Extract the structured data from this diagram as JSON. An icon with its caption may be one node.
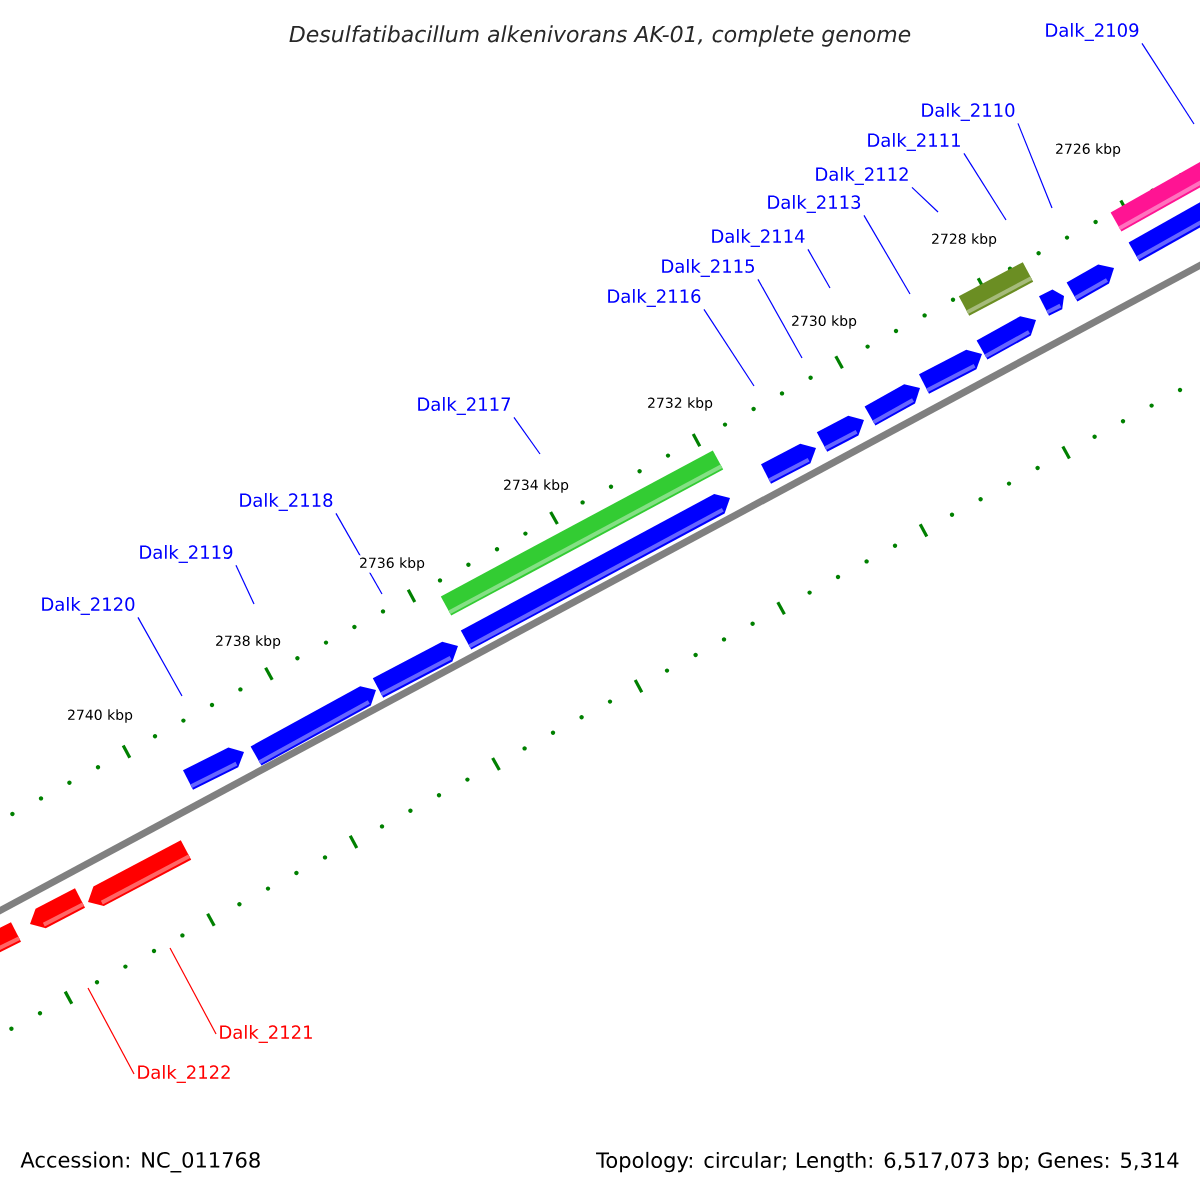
{
  "diagram": {
    "title": "Desulfatibacillum alkenivorans AK-01, complete genome",
    "nodes": [
      {
        "text": [
          "Dalk_2109"
        ]
      },
      {
        "text": [
          "Dalk_2110"
        ]
      },
      {
        "text": [
          "Dalk_2111"
        ]
      },
      {
        "text": [
          "Dalk_2112"
        ]
      },
      {
        "text": [
          "Dalk_2113"
        ]
      },
      {
        "text": [
          "Dalk_2114"
        ]
      },
      {
        "text": [
          "Dalk_2115"
        ]
      },
      {
        "text": [
          "Dalk_2116"
        ]
      },
      {
        "text": [
          "Dalk_2117"
        ]
      },
      {
        "text": [
          "Dalk_2118"
        ]
      },
      {
        "text": [
          "Dalk_2119"
        ]
      },
      {
        "text": [
          "Dalk_2120"
        ]
      },
      {
        "text": [
          "Dalk_2121"
        ]
      },
      {
        "text": [
          "Dalk_2122"
        ]
      }
    ],
    "edges": [
      {
        "from": 0,
        "to": null,
        "arrow": "none"
      },
      {
        "from": 1,
        "to": null,
        "arrow": "none"
      },
      {
        "from": 2,
        "to": null,
        "arrow": "none"
      },
      {
        "from": 3,
        "to": null,
        "arrow": "none"
      },
      {
        "from": 4,
        "to": null,
        "arrow": "none"
      },
      {
        "from": 5,
        "to": null,
        "arrow": "none"
      },
      {
        "from": 6,
        "to": null,
        "arrow": "none"
      },
      {
        "from": 7,
        "to": null,
        "arrow": "none"
      },
      {
        "from": 8,
        "to": null,
        "arrow": "none"
      },
      {
        "from": 9,
        "to": null,
        "arrow": "none"
      },
      {
        "from": 10,
        "to": null,
        "arrow": "none"
      },
      {
        "from": 11,
        "to": null,
        "arrow": "none"
      },
      {
        "from": 12,
        "to": null,
        "arrow": "none",
        "color": "#ff0000"
      },
      {
        "from": 13,
        "to": null,
        "arrow": "none",
        "color": "#ff0000"
      }
    ],
    "labels": [
      "2726 kbp",
      "2728 kbp",
      "2730 kbp",
      "2732 kbp",
      "2734 kbp",
      "2736 kbp",
      "2738 kbp",
      "2740 kbp",
      "Accession: NC_011768",
      "Topology: circular; Length: 6,517,073 bp; Genes: 5,314"
    ]
  }
}
